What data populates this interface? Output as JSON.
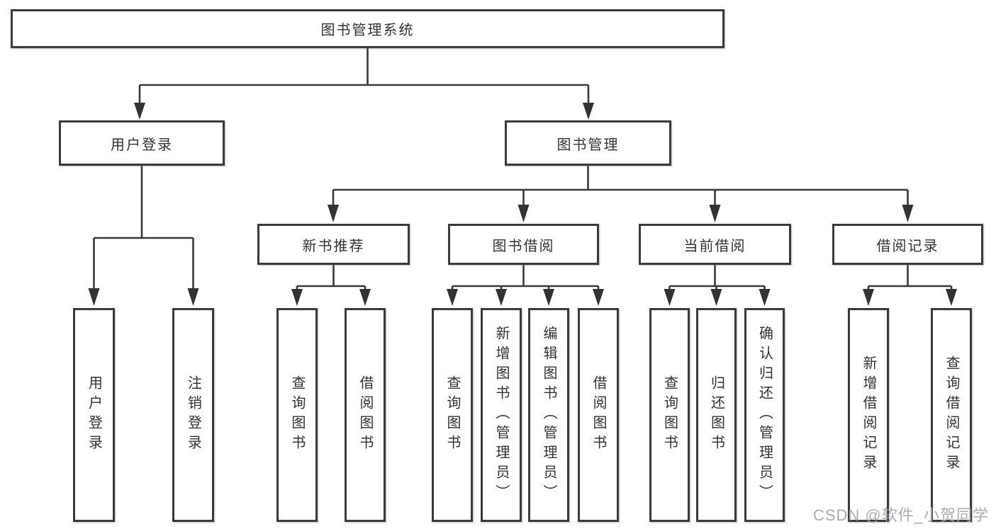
{
  "diagram": {
    "root": {
      "label": "图书管理系统"
    },
    "branches": [
      {
        "label": "用户登录",
        "children": [
          {
            "label": "用户登录"
          },
          {
            "label": "注销登录"
          }
        ]
      },
      {
        "label": "图书管理",
        "children": [
          {
            "label": "新书推荐",
            "children": [
              {
                "label": "查询图书"
              },
              {
                "label": "借阅图书"
              }
            ]
          },
          {
            "label": "图书借阅",
            "children": [
              {
                "label": "查询图书"
              },
              {
                "label": "新增图书（管理员）"
              },
              {
                "label": "编辑图书（管理员）"
              },
              {
                "label": "借阅图书"
              }
            ]
          },
          {
            "label": "当前借阅",
            "children": [
              {
                "label": "查询图书"
              },
              {
                "label": "归还图书"
              },
              {
                "label": "确认归还（管理员）"
              }
            ]
          },
          {
            "label": "借阅记录",
            "children": [
              {
                "label": "新增借阅记录"
              },
              {
                "label": "查询借阅记录"
              }
            ]
          }
        ]
      }
    ]
  },
  "watermark": {
    "text": "CSDN @软件_小贺同学"
  },
  "colors": {
    "background": "#ffffff",
    "line": "#3a3a3a",
    "box_border": "#3b3b3b",
    "text": "#333333",
    "watermark": "#a8a8b0"
  }
}
